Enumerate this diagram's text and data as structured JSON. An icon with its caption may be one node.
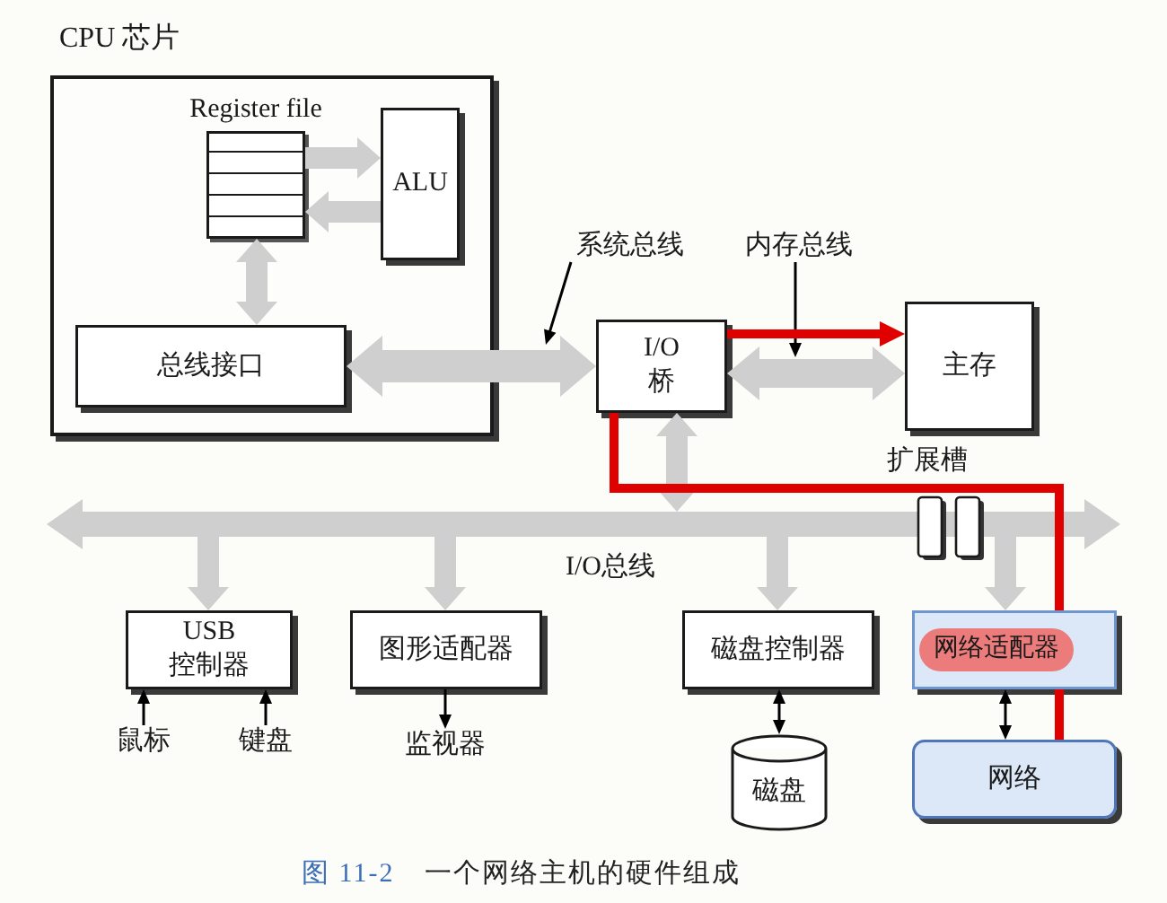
{
  "diagram": {
    "caption": "图 11-2 一个网络主机的硬件组成",
    "nodes": [
      {
        "text": [
          "CPU 芯片"
        ]
      },
      {
        "text": [
          "Register file"
        ],
        "in": 0
      },
      {
        "text": [
          "ALU"
        ],
        "in": 0
      },
      {
        "text": [
          "总线接口"
        ],
        "in": 0
      },
      {
        "text": [
          "I/O 桥"
        ]
      },
      {
        "text": [
          "主存"
        ]
      },
      {
        "text": [
          "USB 控制器"
        ]
      },
      {
        "text": [
          "图形适配器"
        ]
      },
      {
        "text": [
          "磁盘控制器"
        ]
      },
      {
        "text": [
          "网络适配器"
        ]
      },
      {
        "text": [
          "磁盘"
        ]
      },
      {
        "text": [
          "网络"
        ]
      },
      {
        "text": [
          "鼠标"
        ]
      },
      {
        "text": [
          "键盘"
        ]
      },
      {
        "text": [
          "监视器"
        ]
      },
      {
        "text": [
          "系统总线"
        ]
      },
      {
        "text": [
          "内存总线"
        ]
      },
      {
        "text": [],
        "shape": "bar",
        "beside": [
          "I/O总线"
        ]
      }
    ],
    "edges": [
      {
        "from": 1,
        "to": 2,
        "arrow": "to",
        "style": "thick"
      },
      {
        "from": 2,
        "to": 1,
        "arrow": "to",
        "style": "thick"
      },
      {
        "from": 1,
        "to": 3,
        "arrow": "both",
        "style": "thick"
      },
      {
        "from": 3,
        "to": 4,
        "arrow": "both",
        "style": "thick"
      },
      {
        "from": 4,
        "to": 5,
        "arrow": "both",
        "style": "thick"
      },
      {
        "from": 4,
        "to": 17,
        "arrow": "both",
        "style": "thick"
      },
      {
        "from": 17,
        "to": 6,
        "arrow": "to",
        "style": "thick"
      },
      {
        "from": 17,
        "to": 7,
        "arrow": "to",
        "style": "thick"
      },
      {
        "from": 17,
        "to": 8,
        "arrow": "to",
        "style": "thick"
      },
      {
        "from": 17,
        "to": 9,
        "arrow": "to",
        "style": "thick"
      },
      {
        "from": 12,
        "to": 6,
        "arrow": "to",
        "color": "#000000"
      },
      {
        "from": 13,
        "to": 6,
        "arrow": "to",
        "color": "#000000"
      },
      {
        "from": 7,
        "to": 14,
        "arrow": "to",
        "color": "#000000"
      },
      {
        "from": 8,
        "to": 10,
        "arrow": "both",
        "color": "#000000"
      },
      {
        "from": 9,
        "to": 11,
        "arrow": "both",
        "color": "#000000"
      },
      {
        "from": 15,
        "to": null,
        "arrow": "to",
        "color": "#000000"
      },
      {
        "from": 16,
        "to": null,
        "arrow": "to",
        "color": "#000000"
      },
      {
        "from": 11,
        "to": 9,
        "arrow": "none",
        "color": "#e00000"
      },
      {
        "from": 9,
        "to": 4,
        "arrow": "none",
        "color": "#e00000"
      },
      {
        "from": 4,
        "to": 5,
        "arrow": "to",
        "color": "#e00000"
      }
    ],
    "labels": [
      "扩展槽"
    ]
  }
}
